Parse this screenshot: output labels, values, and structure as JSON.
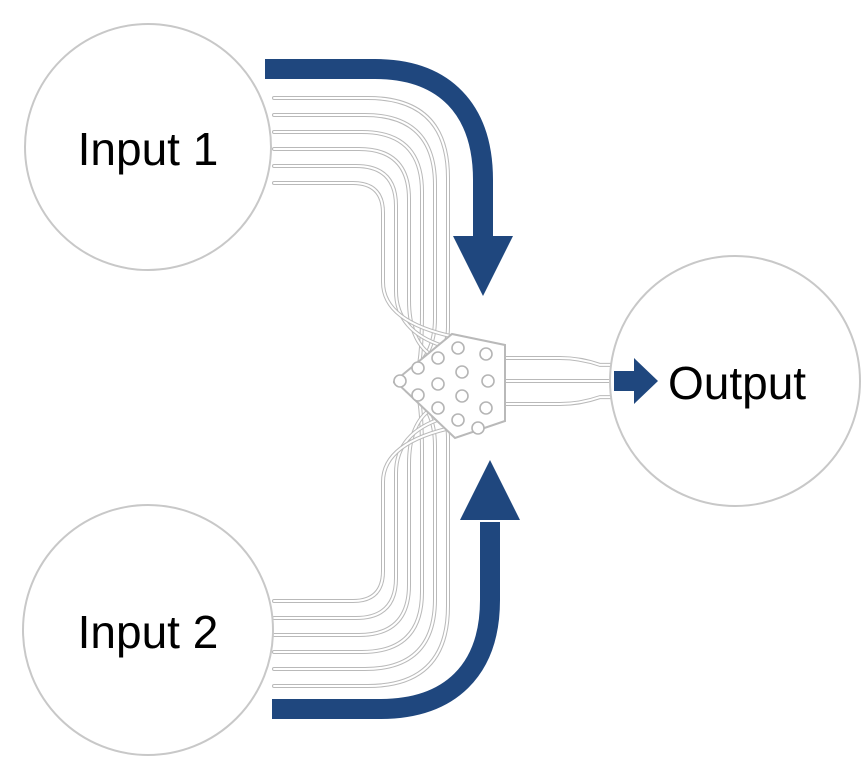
{
  "ports": {
    "input1": {
      "label": "Input 1"
    },
    "input2": {
      "label": "Input 2"
    },
    "output": {
      "label": "Output"
    }
  },
  "colors": {
    "flow_arrow": "#1f477e",
    "channel": "#b9b9b9",
    "reservoir_outline": "#c8c8c8"
  },
  "icons": {
    "flow": "flow-arrow-icon",
    "output": "arrow-right-icon"
  }
}
